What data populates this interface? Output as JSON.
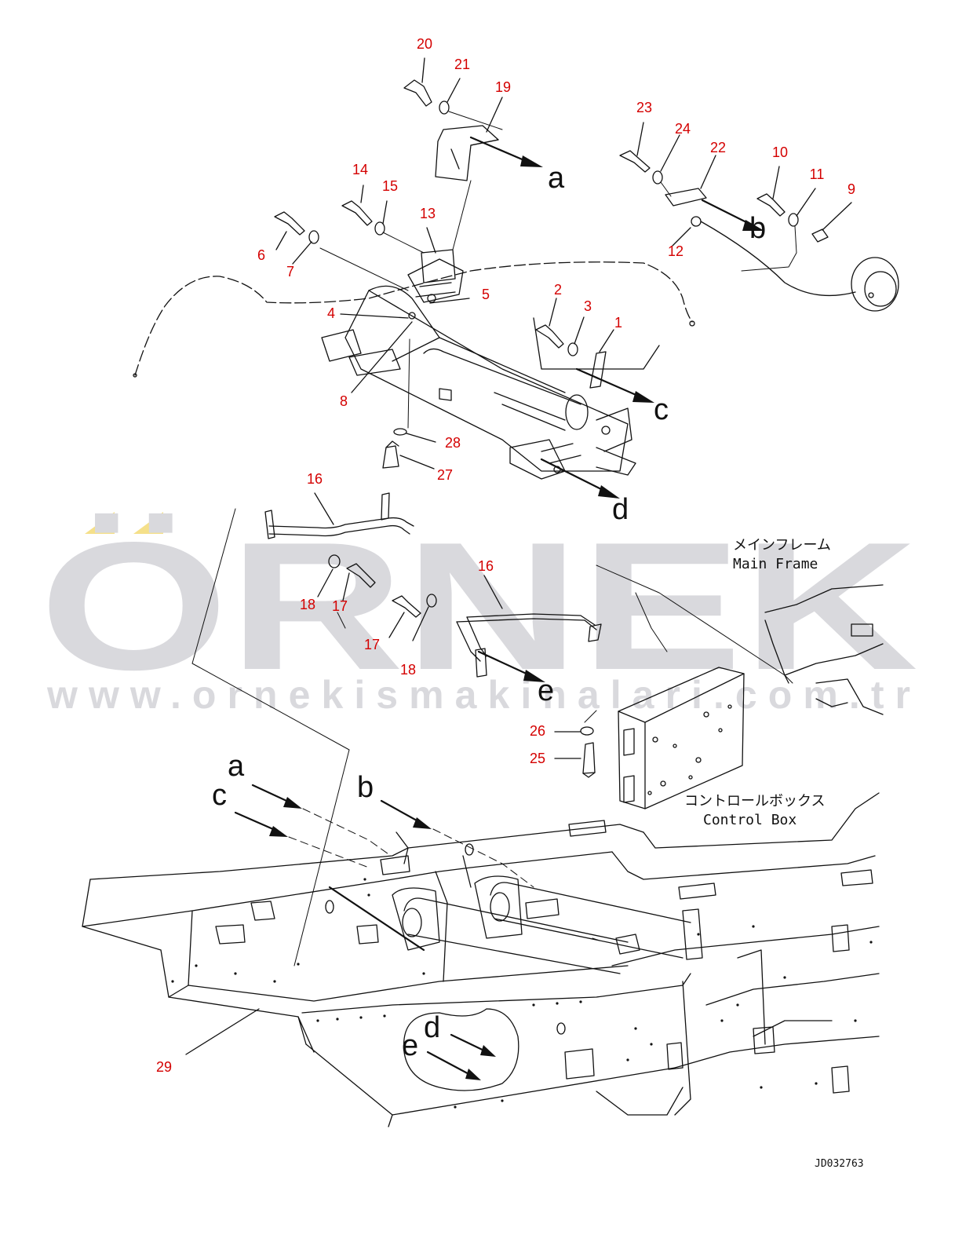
{
  "watermark": {
    "brand": "ÖRNEK",
    "url": "www.ornekismakinalari.com.tr",
    "text_color": "#d8d8dc",
    "accent_color": "#f5e08a"
  },
  "callout_color": "#d40000",
  "callouts": {
    "c1": "1",
    "c2": "2",
    "c3": "3",
    "c4": "4",
    "c5": "5",
    "c6": "6",
    "c7": "7",
    "c8": "8",
    "c9": "9",
    "c10": "10",
    "c11": "11",
    "c12": "12",
    "c13": "13",
    "c14": "14",
    "c15": "15",
    "c16a": "16",
    "c16b": "16",
    "c17a": "17",
    "c17b": "17",
    "c18a": "18",
    "c18b": "18",
    "c19": "19",
    "c20": "20",
    "c21": "21",
    "c22": "22",
    "c23": "23",
    "c24": "24",
    "c25": "25",
    "c26": "26",
    "c27": "27",
    "c28": "28",
    "c29": "29"
  },
  "refs": {
    "a1": "a",
    "b1": "b",
    "c1": "c",
    "d1": "d",
    "e1": "e",
    "a2": "a",
    "b2": "b",
    "c2": "c",
    "d2": "d",
    "e2": "e"
  },
  "labels": {
    "main_frame_jp": "メインフレーム",
    "main_frame_en": "Main Frame",
    "control_box_jp": "コントロールボックス",
    "control_box_en": "Control Box"
  },
  "drawing_code": "JD032763"
}
